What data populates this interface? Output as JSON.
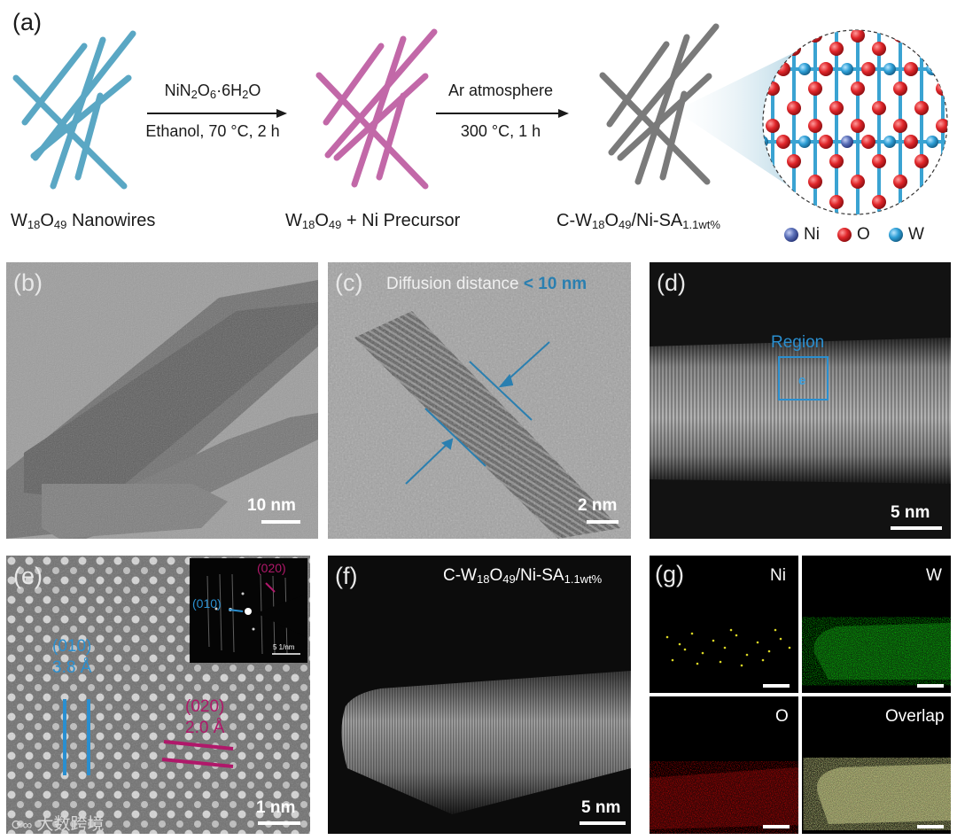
{
  "panel_a": {
    "letter": "(a)",
    "step1_top": "NiN2O6·6H2O",
    "step1_bottom": "Ethanol, 70 °C, 2 h",
    "step2_top": "Ar atmosphere",
    "step2_bottom": "300 °C, 1 h",
    "caption1": "W18O49 Nanowires",
    "caption2": "W18O49 + Ni Precursor",
    "caption3": "C-W18O49/Ni-SA1.1wt%",
    "legend": [
      {
        "label": "Ni",
        "color": "#5a6fb8"
      },
      {
        "label": "O",
        "color": "#e0262a"
      },
      {
        "label": "W",
        "color": "#2e9fd6"
      }
    ],
    "colors": {
      "nanowire_blue": "#5aa7c4",
      "nanowire_pink": "#c268a8",
      "nanowire_gray": "#7a7a7a"
    }
  },
  "panel_b": {
    "letter": "(b)",
    "scale": "10 nm"
  },
  "panel_c": {
    "letter": "(c)",
    "note_prefix": "Diffusion distance ",
    "note_value": "< 10 nm",
    "scale": "2 nm"
  },
  "panel_d": {
    "letter": "(d)",
    "region_label": "Region",
    "box_label": "e",
    "scale": "5 nm"
  },
  "panel_e": {
    "letter": "(e)",
    "plane1_hkl": "(010)",
    "plane1_d": "3.8 Å",
    "plane2_hkl": "(020)",
    "plane2_d": "2.0 Å",
    "inset_020": "(020)",
    "inset_010": "(010)",
    "inset_scale": "5 1/nm",
    "scale": "1 nm",
    "watermark": "大数跨境"
  },
  "panel_f": {
    "letter": "(f)",
    "title": "C-W18O49/Ni-SA1.1wt%",
    "scale": "5 nm"
  },
  "panel_g": {
    "letter": "(g)",
    "maps": [
      "Ni",
      "W",
      "O",
      "Overlap"
    ]
  }
}
